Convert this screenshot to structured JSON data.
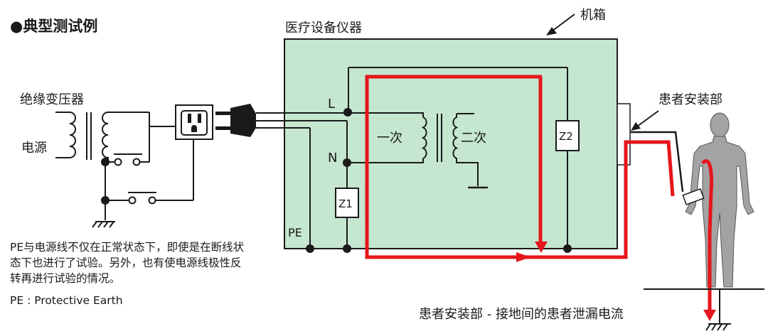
{
  "title": "●典型测试例",
  "labels": {
    "device": "医疗设备仪器",
    "chassis": "机箱",
    "iso_transformer": "绝缘变压器",
    "power_source": "电源",
    "applied_part": "患者安装部",
    "line_L": "L",
    "line_N": "N",
    "pe": "PE",
    "primary": "一次",
    "secondary": "二次",
    "z1": "Z1",
    "z2": "Z2",
    "leakage_caption": "患者安装部 - 接地间的患者泄漏电流"
  },
  "note": {
    "text": "PE与电源线不仅在正常状态下，即使是在断线状态下也进行了试验。另外，也有使电源线极性反转再进行试验的情况。",
    "pe_definition": "PE : Protective Earth"
  },
  "colors": {
    "chassis_fill": "#c5e6cf",
    "current_path": "#e5161b",
    "body": "#a3a3a3",
    "wire": "#1a1a1a"
  },
  "icons": {
    "outlet": "power-outlet-icon",
    "plug": "power-plug-icon",
    "person": "human-body-icon",
    "ground": "ground-symbol-icon"
  }
}
